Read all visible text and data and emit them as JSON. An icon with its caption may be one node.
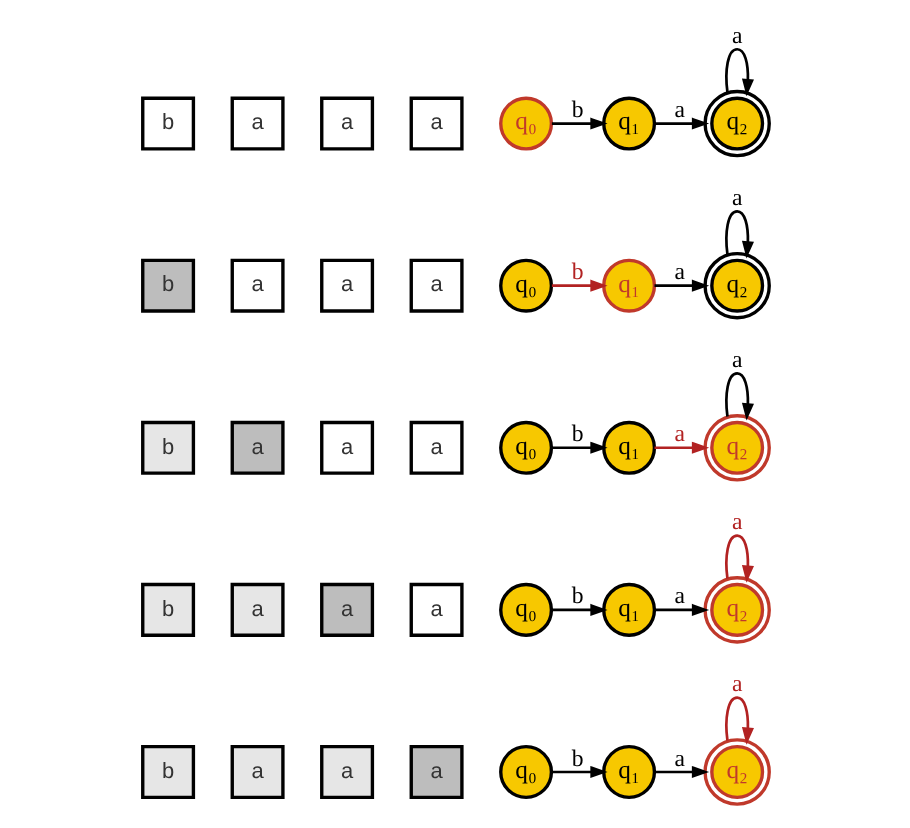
{
  "diagram": {
    "nodes": [
      {
        "text": [
          "b"
        ]
      },
      {
        "text": [
          "a"
        ]
      },
      {
        "text": [
          "a"
        ]
      },
      {
        "text": [
          "a"
        ]
      },
      {
        "text": [
          "q₀"
        ]
      },
      {
        "text": [
          "q₁"
        ]
      },
      {
        "text": [
          "q₂"
        ]
      },
      {
        "text": [
          "b"
        ]
      },
      {
        "text": [
          "a"
        ]
      },
      {
        "text": [
          "a"
        ]
      },
      {
        "text": [
          "a"
        ]
      },
      {
        "text": [
          "q₀"
        ]
      },
      {
        "text": [
          "q₁"
        ]
      },
      {
        "text": [
          "q₂"
        ]
      },
      {
        "text": [
          "b"
        ]
      },
      {
        "text": [
          "a"
        ]
      },
      {
        "text": [
          "a"
        ]
      },
      {
        "text": [
          "a"
        ]
      },
      {
        "text": [
          "q₀"
        ]
      },
      {
        "text": [
          "q₁"
        ]
      },
      {
        "text": [
          "q₂"
        ]
      },
      {
        "text": [
          "b"
        ]
      },
      {
        "text": [
          "a"
        ]
      },
      {
        "text": [
          "a"
        ]
      },
      {
        "text": [
          "a"
        ]
      },
      {
        "text": [
          "q₀"
        ]
      },
      {
        "text": [
          "q₁"
        ]
      },
      {
        "text": [
          "q₂"
        ]
      },
      {
        "text": [
          "b"
        ]
      },
      {
        "text": [
          "a"
        ]
      },
      {
        "text": [
          "a"
        ]
      },
      {
        "text": [
          "a"
        ]
      },
      {
        "text": [
          "q₀"
        ]
      },
      {
        "text": [
          "q₁"
        ]
      },
      {
        "text": [
          "q₂"
        ]
      }
    ],
    "edges": [
      {
        "from": 4,
        "to": 5,
        "arrow": "to",
        "label": "b"
      },
      {
        "from": 5,
        "to": 6,
        "arrow": "to",
        "label": "a"
      },
      {
        "from": 6,
        "to": 6,
        "arrow": "to",
        "label": "a"
      },
      {
        "from": 11,
        "to": 12,
        "arrow": "to",
        "label": "b",
        "color": "#b22222"
      },
      {
        "from": 12,
        "to": 13,
        "arrow": "to",
        "label": "a"
      },
      {
        "from": 13,
        "to": 13,
        "arrow": "to",
        "label": "a"
      },
      {
        "from": 18,
        "to": 19,
        "arrow": "to",
        "label": "b"
      },
      {
        "from": 19,
        "to": 20,
        "arrow": "to",
        "label": "a",
        "color": "#b22222"
      },
      {
        "from": 20,
        "to": 20,
        "arrow": "to",
        "label": "a"
      },
      {
        "from": 25,
        "to": 26,
        "arrow": "to",
        "label": "b"
      },
      {
        "from": 26,
        "to": 27,
        "arrow": "to",
        "label": "a"
      },
      {
        "from": 27,
        "to": 27,
        "arrow": "to",
        "label": "a",
        "color": "#b22222"
      },
      {
        "from": 32,
        "to": 33,
        "arrow": "to",
        "label": "b"
      },
      {
        "from": 33,
        "to": 34,
        "arrow": "to",
        "label": "a"
      },
      {
        "from": 34,
        "to": 34,
        "arrow": "to",
        "label": "a",
        "color": "#b22222"
      }
    ]
  }
}
